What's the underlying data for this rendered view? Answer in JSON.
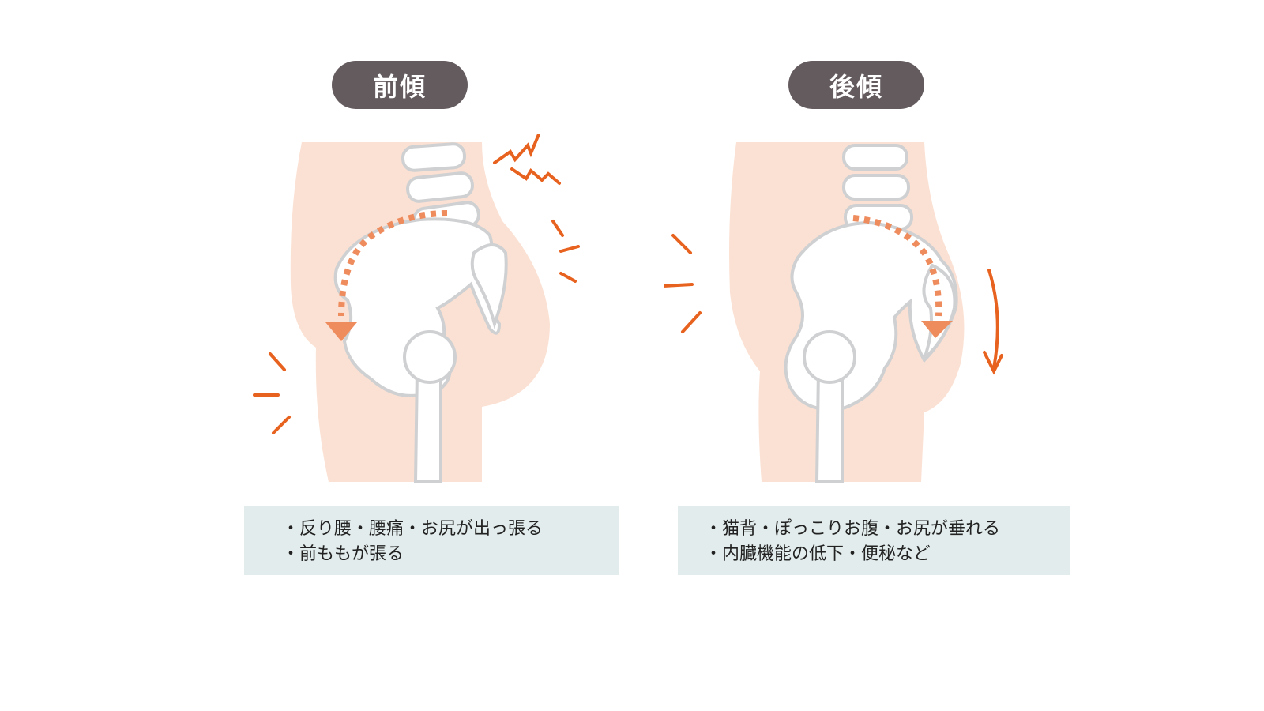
{
  "colors": {
    "skin": "#fbe1d3",
    "bone_fill": "#ffffff",
    "bone_stroke": "#cfd0d2",
    "accent": "#e8621f",
    "dotted_arrow": "#ee8c5e",
    "pill_bg": "#645b5e",
    "note_bg": "#e3ecec"
  },
  "left": {
    "title": "前傾",
    "notes": [
      "・反り腰・腰痛・お尻が出っ張る",
      "・前ももが張る"
    ]
  },
  "right": {
    "title": "後傾",
    "notes": [
      "・猫背・ぽっこりお腹・お尻が垂れる",
      "・内臓機能の低下・便秘など"
    ]
  }
}
